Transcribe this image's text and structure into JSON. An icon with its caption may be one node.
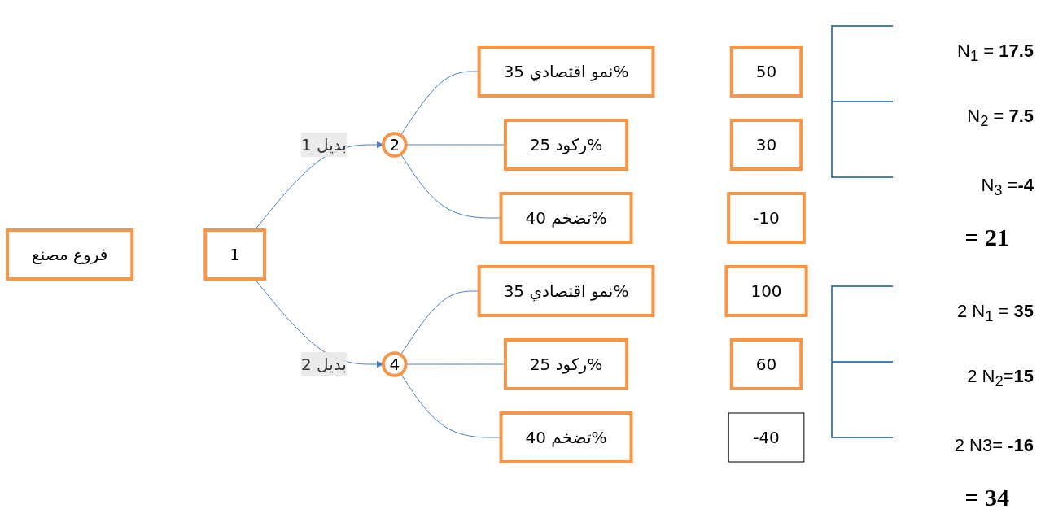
{
  "diagram": {
    "nodes": [
      {
        "text": [
          "فروع مصنع"
        ]
      },
      {
        "text": [
          "1"
        ]
      },
      {
        "text": [
          "2"
        ]
      },
      {
        "text": [
          "نمو اقتصادي 35%"
        ]
      },
      {
        "text": [
          "50"
        ]
      },
      {
        "text": [
          "ركود 25%"
        ]
      },
      {
        "text": [
          "30"
        ]
      },
      {
        "text": [
          "تضخم 40%"
        ]
      },
      {
        "text": [
          "-10"
        ]
      },
      {
        "text": [
          "4"
        ]
      },
      {
        "text": [
          "نمو اقتصادي 35%"
        ]
      },
      {
        "text": [
          "100"
        ]
      },
      {
        "text": [
          "ركود 25%"
        ]
      },
      {
        "text": [
          "60"
        ]
      },
      {
        "text": [
          "تضخم 40%"
        ]
      },
      {
        "text": [
          "-40"
        ]
      }
    ],
    "edges": [
      {
        "from": 1,
        "to": 2,
        "arrow": "to",
        "label": "بديل 1"
      },
      {
        "from": 1,
        "to": 9,
        "arrow": "to",
        "label": "بديل 2"
      },
      {
        "from": 2,
        "to": 3,
        "arrow": "none"
      },
      {
        "from": 2,
        "to": 5,
        "arrow": "none"
      },
      {
        "from": 2,
        "to": 7,
        "arrow": "none"
      },
      {
        "from": 9,
        "to": 10,
        "arrow": "none"
      },
      {
        "from": 9,
        "to": 12,
        "arrow": "none"
      },
      {
        "from": 9,
        "to": 14,
        "arrow": "none"
      }
    ],
    "labels": [
      "N$_{1}$ = **17.5**",
      "N$_{2}$ = **7.5**",
      "N$_{3}$ =**-4**",
      "= 21",
      "2 N$_{1}$ = **35**",
      "2 N$_{2}$=**15**",
      "2 N3= **-16**",
      "= 34"
    ]
  }
}
